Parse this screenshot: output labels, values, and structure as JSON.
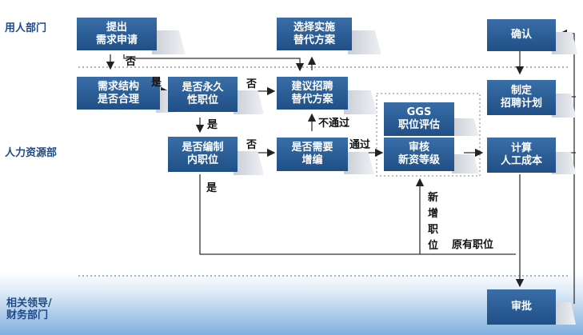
{
  "lanes": {
    "user": "用人部门",
    "hr": "人力资源部",
    "leader_line1": "相关领导/",
    "leader_line2": "财务部门"
  },
  "boxes": {
    "submit": [
      "提出",
      "需求申请"
    ],
    "choose_alt": [
      "选择实施",
      "替代方案"
    ],
    "confirm": [
      "确认"
    ],
    "structure": [
      "需求结构",
      "是否合理"
    ],
    "permanent": [
      "是否永久",
      "性职位"
    ],
    "suggest_alt": [
      "建议招聘",
      "替代方案"
    ],
    "make_plan": [
      "制定",
      "招聘计划"
    ],
    "ggs": [
      "GGS",
      "职位评估"
    ],
    "in_quota": [
      "是否编制",
      "内职位"
    ],
    "need_add": [
      "是否需要",
      "增编"
    ],
    "review_pay": [
      "审核",
      "新资等级"
    ],
    "calc_cost": [
      "计算",
      "人工成本"
    ],
    "approve": [
      "审批"
    ]
  },
  "labels": {
    "no_top": "否",
    "yes_1": "是",
    "no_1": "否",
    "yes_2": "是",
    "no_2": "否",
    "not_pass": "不通过",
    "pass": "通过",
    "yes_3": "是",
    "new_position": "新增职位",
    "existing_position": "原有职位"
  }
}
